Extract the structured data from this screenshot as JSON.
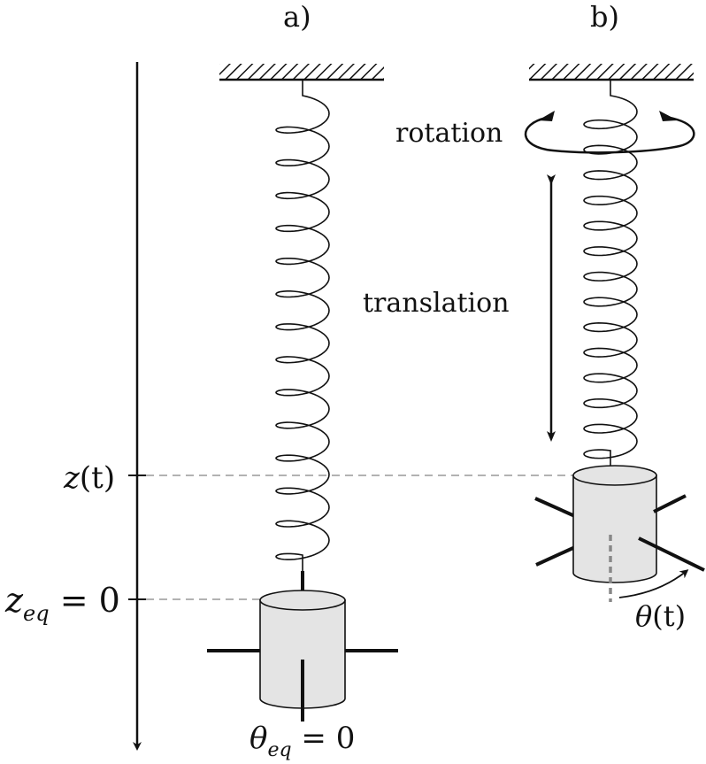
{
  "panels": {
    "a": {
      "label": "a)"
    },
    "b": {
      "label": "b)"
    }
  },
  "annotations": {
    "rotation": "rotation",
    "translation": "translation"
  },
  "axis": {
    "z_t": {
      "var": "z",
      "paren": "(t)"
    },
    "z_eq": {
      "var": "z",
      "sub": "eq",
      "rest": " = 0"
    }
  },
  "angles": {
    "theta_eq": {
      "var": "θ",
      "sub": "eq",
      "rest": " = 0"
    },
    "theta_t": {
      "var": "θ",
      "paren": "(t)"
    }
  },
  "colors": {
    "ink": "#111111",
    "cylinder_fill": "#e4e4e4",
    "guide_dash": "#999999",
    "marker_dash": "#888888"
  }
}
